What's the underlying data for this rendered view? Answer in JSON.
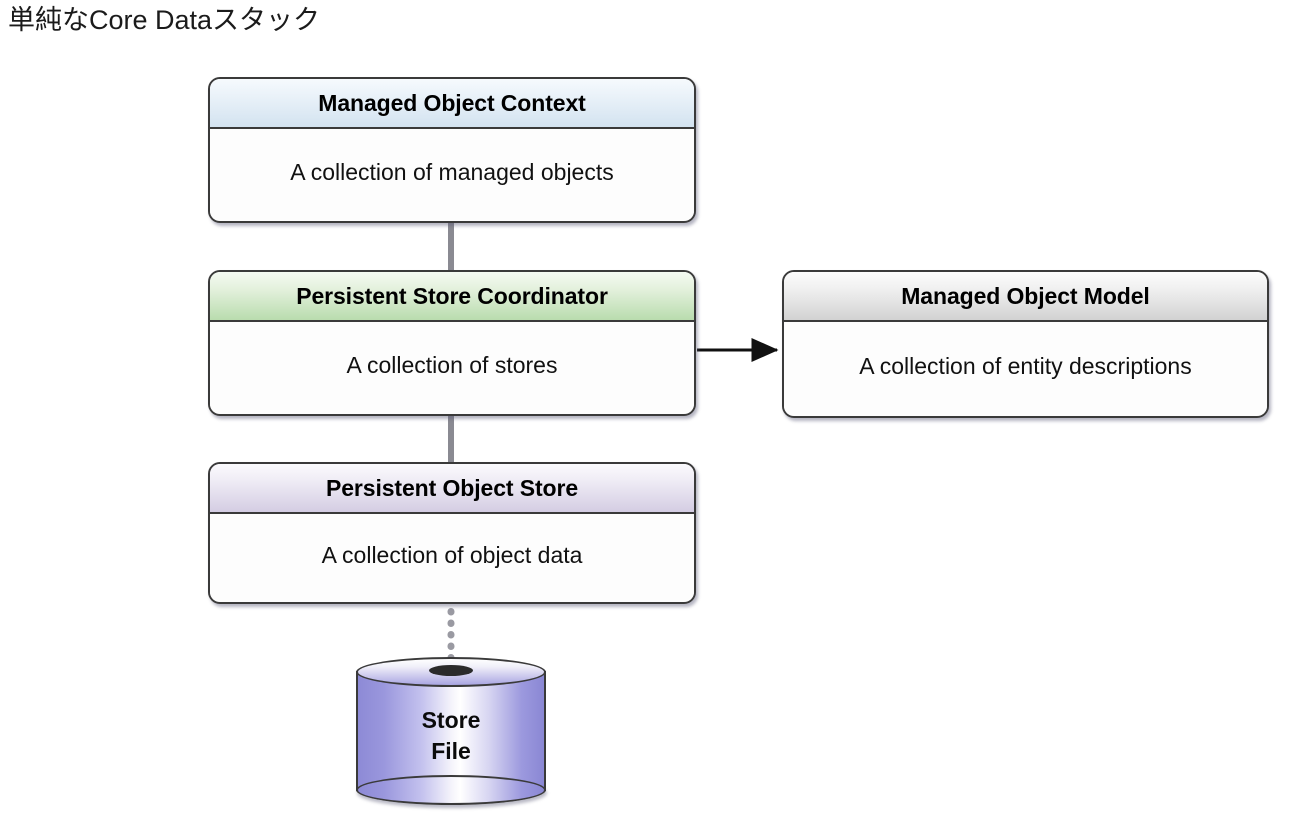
{
  "title": "単純なCore Dataスタック",
  "nodes": [
    {
      "id": "managed-object-context",
      "header": "Managed Object Context",
      "body": "A collection of managed objects",
      "theme": "hdr-blue",
      "header_color": "#d3e3f0"
    },
    {
      "id": "persistent-store-coordinator",
      "header": "Persistent Store Coordinator",
      "body": "A collection of stores",
      "theme": "hdr-green",
      "header_color": "#b9dcae"
    },
    {
      "id": "managed-object-model",
      "header": "Managed Object Model",
      "body": "A collection of entity descriptions",
      "theme": "hdr-gray",
      "header_color": "#d2d2d2"
    },
    {
      "id": "persistent-object-store",
      "header": "Persistent Object Store",
      "body": "A collection of object data",
      "theme": "hdr-purple",
      "header_color": "#d4cde3"
    }
  ],
  "store_file": {
    "label_line1": "Store",
    "label_line2": "File",
    "fill_color": "#9a97dd"
  },
  "connectors": [
    {
      "id": "context-to-coordinator",
      "style": "solid-thick",
      "color": "#8a8a92",
      "from": "managed-object-context",
      "to": "persistent-store-coordinator"
    },
    {
      "id": "coordinator-to-model",
      "style": "arrow",
      "color": "#1a1a1a",
      "from": "persistent-store-coordinator",
      "to": "managed-object-model"
    },
    {
      "id": "coordinator-to-object-store",
      "style": "solid-thick",
      "color": "#8a8a92",
      "from": "persistent-store-coordinator",
      "to": "persistent-object-store"
    },
    {
      "id": "object-store-to-file",
      "style": "dotted",
      "color": "#8a8a92",
      "from": "persistent-object-store",
      "to": "store-file"
    }
  ]
}
